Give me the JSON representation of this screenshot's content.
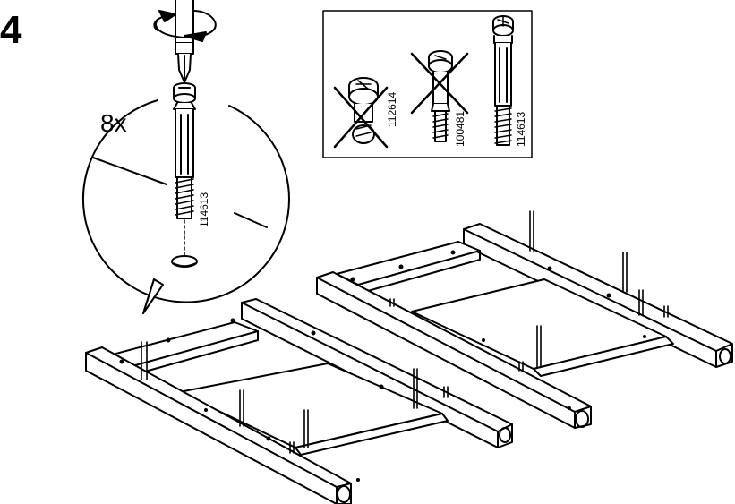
{
  "step": {
    "number": "4"
  },
  "callout": {
    "quantity": "8x",
    "part_number": "114613"
  },
  "inset": {
    "parts": [
      {
        "part_number": "112614",
        "status": "wrong"
      },
      {
        "part_number": "100481",
        "status": "wrong"
      },
      {
        "part_number": "114613",
        "status": "correct"
      }
    ]
  },
  "icons": [
    "screwdriver-icon",
    "rotation-arrow-icon",
    "cross-mark-icon"
  ],
  "colors": {
    "line": "#000000",
    "background": "#ffffff"
  }
}
